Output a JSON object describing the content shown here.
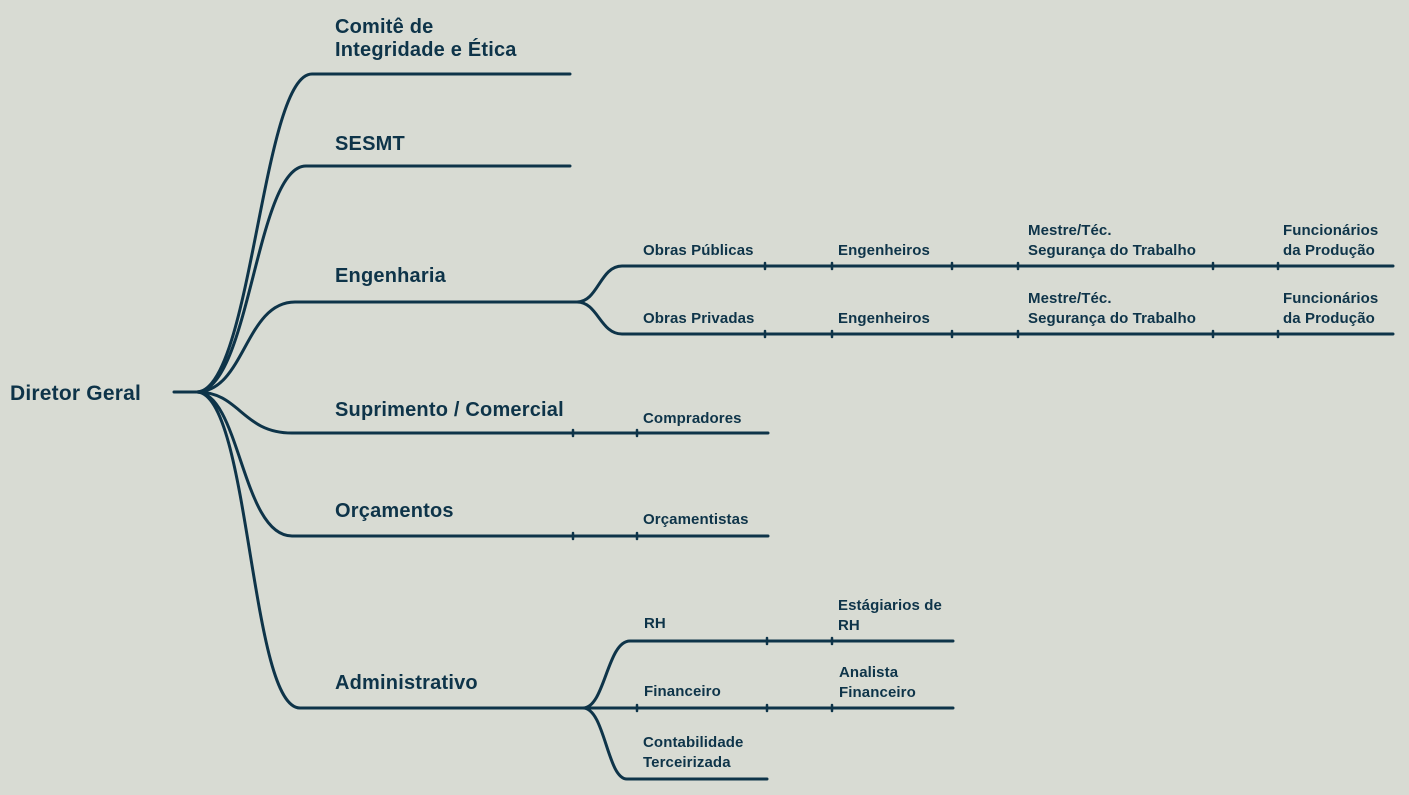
{
  "colors": {
    "background": "#d8dbd3",
    "ink": "#0e3449"
  },
  "diagram": {
    "type": "mindmap-org-chart",
    "tree": {
      "lines": [
        "Diretor Geral"
      ],
      "children": [
        {
          "lines": [
            "Comitê de",
            "Integridade e Ética"
          ]
        },
        {
          "lines": [
            "SESMT"
          ]
        },
        {
          "lines": [
            "Engenharia"
          ],
          "children": [
            {
              "lines": [
                "Obras Públicas"
              ],
              "children": [
                {
                  "lines": [
                    "Engenheiros"
                  ],
                  "children": [
                    {
                      "lines": [
                        "Mestre/Téc.",
                        "Segurança do Trabalho"
                      ],
                      "children": [
                        {
                          "lines": [
                            "Funcionários",
                            "da Produção"
                          ]
                        }
                      ]
                    }
                  ]
                }
              ]
            },
            {
              "lines": [
                "Obras Privadas"
              ],
              "children": [
                {
                  "lines": [
                    "Engenheiros"
                  ],
                  "children": [
                    {
                      "lines": [
                        "Mestre/Téc.",
                        "Segurança do Trabalho"
                      ],
                      "children": [
                        {
                          "lines": [
                            "Funcionários",
                            "da Produção"
                          ]
                        }
                      ]
                    }
                  ]
                }
              ]
            }
          ]
        },
        {
          "lines": [
            "Suprimento / Comercial"
          ],
          "children": [
            {
              "lines": [
                "Compradores"
              ]
            }
          ]
        },
        {
          "lines": [
            "Orçamentos"
          ],
          "children": [
            {
              "lines": [
                "Orçamentistas"
              ]
            }
          ]
        },
        {
          "lines": [
            "Administrativo"
          ],
          "children": [
            {
              "lines": [
                "RH"
              ],
              "children": [
                {
                  "lines": [
                    "Estágiarios de",
                    "RH"
                  ]
                }
              ]
            },
            {
              "lines": [
                "Financeiro"
              ],
              "children": [
                {
                  "lines": [
                    "Analista",
                    "Financeiro"
                  ]
                }
              ]
            },
            {
              "lines": [
                "Contabilidade",
                "Terceirizada"
              ]
            }
          ]
        }
      ]
    }
  }
}
